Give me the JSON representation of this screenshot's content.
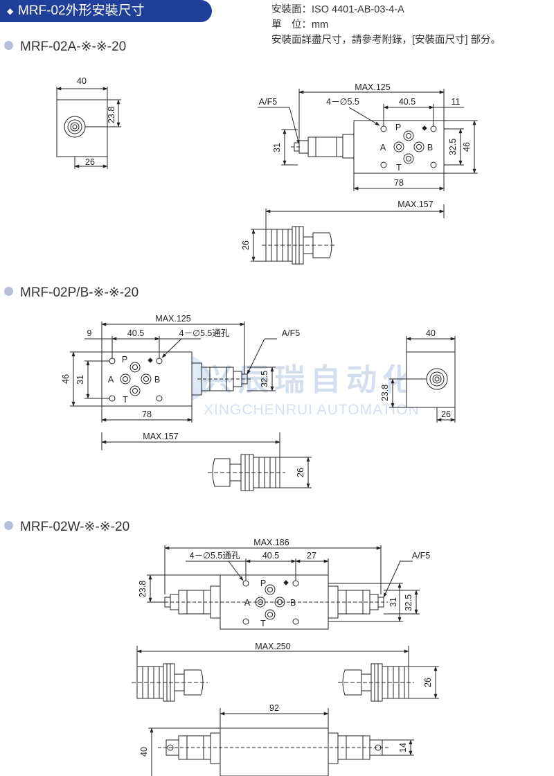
{
  "header": {
    "title": "MRF-02外形安裝尺寸",
    "bullet": "◆"
  },
  "spec": {
    "mounting_face": "安裝面：ISO 4401-AB-03-4-A",
    "unit": "單　位：mm",
    "note": "安裝面詳盡尺寸，請參考附錄，[安裝面尺寸] 部分。"
  },
  "watermark": {
    "cn": "兴辰瑞自动化",
    "en": "XINGCHENRUI AUTOMATION"
  },
  "colors": {
    "header_bg": "#1f3f98",
    "section_dot": "#b5c0d8",
    "line": "#222222"
  },
  "sections": [
    {
      "title": "MRF-02A-※-※-20",
      "front": {
        "width": "40",
        "height": "23.8",
        "offset": "26"
      },
      "plan": {
        "max_len": "MAX.125",
        "holes": "4－∅5.5",
        "port_pitch": "40.5",
        "edge": "11",
        "body_len": "78",
        "height_outer": "46",
        "height_inner": "32.5",
        "knob_h": "31",
        "wrench": "A/F5",
        "ports": [
          "P",
          "A",
          "B",
          "T"
        ]
      },
      "side": {
        "max_len": "MAX.157",
        "knob_dia": "26"
      }
    },
    {
      "title": "MRF-02P/B-※-※-20",
      "plan": {
        "max_len": "MAX.125",
        "edge": "9",
        "port_pitch": "40.5",
        "holes": "4－∅5.5通孔",
        "wrench": "A/F5",
        "height_outer": "46",
        "height_inner": "31",
        "knob_h": "32.5",
        "body_len": "78",
        "ports": [
          "P",
          "A",
          "B",
          "T"
        ]
      },
      "front": {
        "width": "40",
        "height": "23.8",
        "offset": "26"
      },
      "side": {
        "max_len": "MAX.157",
        "knob_dia": "26"
      }
    },
    {
      "title": "MRF-02W-※-※-20",
      "plan": {
        "max_len": "MAX.186",
        "holes": "4－∅5.5通孔",
        "port_pitch": "40.5",
        "edge": "27",
        "wrench": "A/F5",
        "left_h": "23.8",
        "knob_h": "31",
        "height_inner": "32.5",
        "ports": [
          "P",
          "A",
          "B",
          "T"
        ]
      },
      "side": {
        "max_len": "MAX.250",
        "knob_dia": "26"
      },
      "bottom": {
        "body_len": "92",
        "height": "40",
        "stem": "14"
      }
    }
  ]
}
